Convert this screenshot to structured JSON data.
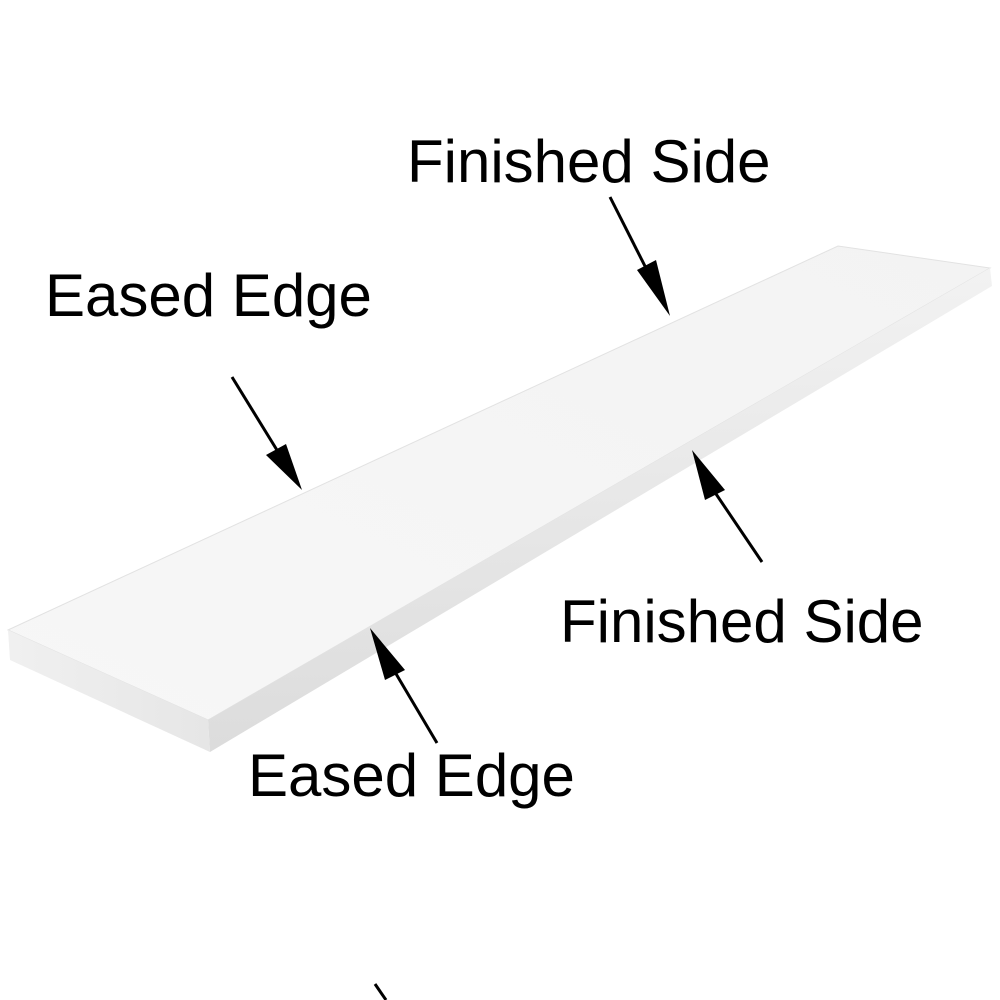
{
  "diagram": {
    "subject": "white board / shelf",
    "labels": [
      {
        "id": "finished-side-top",
        "text": "Finished Side"
      },
      {
        "id": "eased-edge-top",
        "text": "Eased Edge"
      },
      {
        "id": "finished-side-bottom",
        "text": "Finished Side"
      },
      {
        "id": "eased-edge-bottom",
        "text": "Eased Edge"
      }
    ],
    "colors": {
      "background": "#ffffff",
      "board_top": "#f6f6f6",
      "board_front": "#e8e8e8",
      "board_end": "#eeeeee",
      "arrow": "#000000",
      "text": "#000000"
    }
  }
}
